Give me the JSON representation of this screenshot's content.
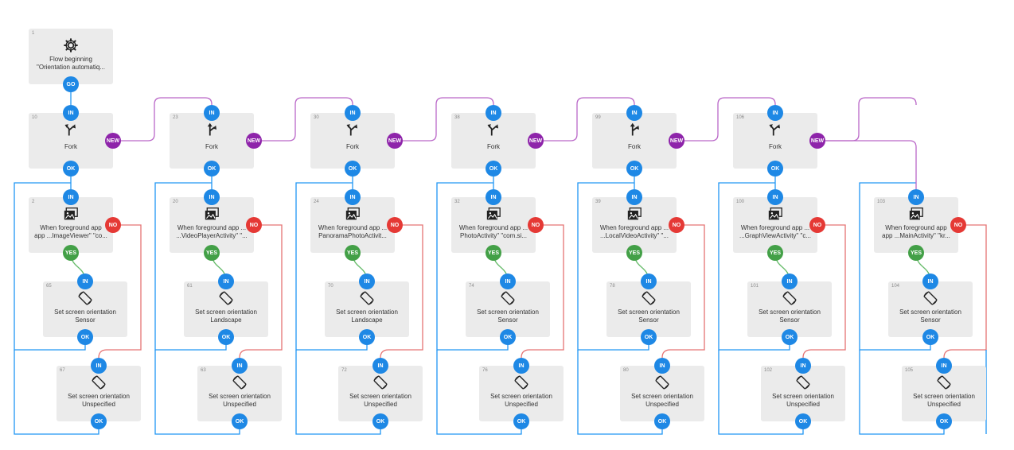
{
  "colors": {
    "block_bg": "#ebebeb",
    "in_ok_go": "#1e88e5",
    "yes": "#43a047",
    "no": "#e53935",
    "new": "#8e24aa",
    "wire_blue": "#2196f3",
    "wire_red": "#e57373",
    "wire_purple": "#ba68c8",
    "wire_green": "#66bb6a"
  },
  "ports": {
    "in": "IN",
    "ok": "OK",
    "go": "GO",
    "yes": "YES",
    "no": "NO",
    "new": "NEW"
  },
  "start": {
    "id": "1",
    "icon": "gear-icon",
    "title": "Flow beginning",
    "sub": "\"Orientation automatiq..."
  },
  "columns": [
    {
      "fork_id": "10",
      "trigger_id": "2",
      "trigger_sub": "app ...ImageViewer\" \"co...",
      "yes_id": "65",
      "yes_mode": "Sensor",
      "no_id": "67",
      "no_mode": "Unspecified"
    },
    {
      "fork_id": "23",
      "trigger_id": "20",
      "trigger_sub": "...VideoPlayerActivity\" \"...",
      "yes_id": "61",
      "yes_mode": "Landscape",
      "no_id": "63",
      "no_mode": "Unspecified"
    },
    {
      "fork_id": "30",
      "trigger_id": "24",
      "trigger_sub": "PanoramaPhotoActivit...",
      "yes_id": "70",
      "yes_mode": "Landscape",
      "no_id": "72",
      "no_mode": "Unspecified"
    },
    {
      "fork_id": "38",
      "trigger_id": "32",
      "trigger_sub": "PhotoActivity\" \"com.si...",
      "yes_id": "74",
      "yes_mode": "Sensor",
      "no_id": "76",
      "no_mode": "Unspecified"
    },
    {
      "fork_id": "99",
      "trigger_id": "39",
      "trigger_sub": "...LocalVideoActivity\" \"...",
      "yes_id": "78",
      "yes_mode": "Sensor",
      "no_id": "80",
      "no_mode": "Unspecified"
    },
    {
      "fork_id": "106",
      "trigger_id": "100",
      "trigger_sub": "...GraphViewActivity\" \"c...",
      "yes_id": "101",
      "yes_mode": "Sensor",
      "no_id": "102",
      "no_mode": "Unspecified"
    },
    {
      "fork_id": "",
      "trigger_id": "103",
      "trigger_sub": "app ...MainActivity\" \"kr...",
      "yes_id": "104",
      "yes_mode": "Sensor",
      "no_id": "105",
      "no_mode": "Unspecified"
    }
  ],
  "labels": {
    "fork": "Fork",
    "trigger_title": "When foreground app",
    "trigger_title_short": "When foreground app ...",
    "set_orientation": "Set screen orientation"
  }
}
